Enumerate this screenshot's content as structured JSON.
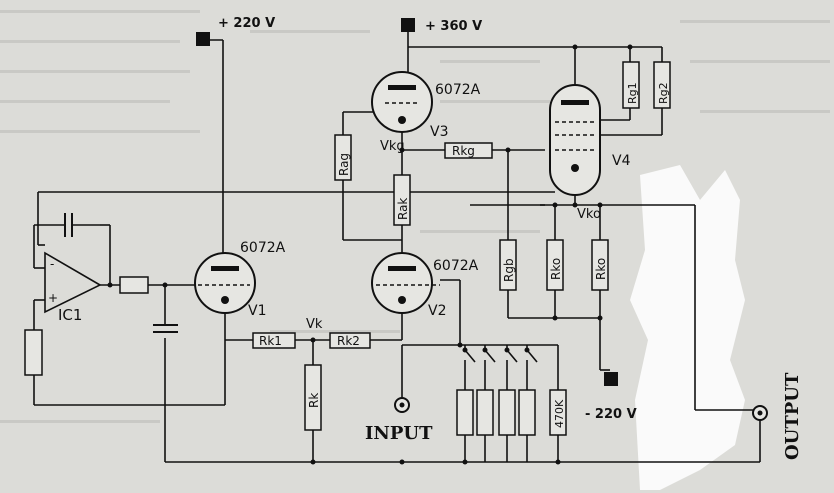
{
  "supplies": {
    "v220": "+ 220 V",
    "v360": "+ 360 V",
    "vneg220": "- 220 V"
  },
  "tubes": {
    "v1_type": "6072A",
    "v1_name": "V1",
    "v2_type": "6072A",
    "v2_name": "V2",
    "v3_type": "6072A",
    "v3_name": "V3",
    "v4_name": "V4"
  },
  "opamp": {
    "name": "IC1"
  },
  "resistors": {
    "rag": "Rag",
    "rak": "Rak",
    "rkg": "Rkg",
    "rg1": "Rg1",
    "rg2": "Rg2",
    "rgb": "Rgb",
    "rko1": "Rko",
    "rko2": "Rko",
    "rk1": "Rk1",
    "rk2": "Rk2",
    "rk": "Rk",
    "r470k": "470K"
  },
  "nodes": {
    "vkg": "Vkg",
    "vk": "Vk",
    "vko": "Vko"
  },
  "io": {
    "input": "INPUT",
    "output": "OUTPUT"
  }
}
